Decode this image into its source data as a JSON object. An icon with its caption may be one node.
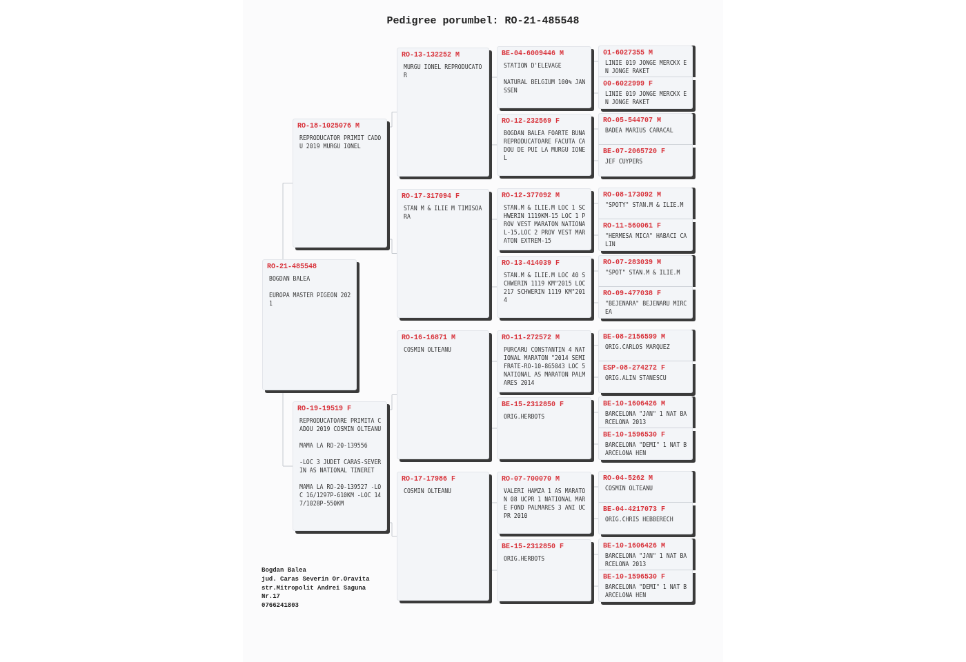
{
  "diagram": {
    "title": "Pedigree porumbel: RO-21-485548",
    "nodes": [
      {
        "text": [
          "RO-21-485548",
          "BOGDAN BALEA",
          "EUROPA MASTER PIGEON 2021"
        ]
      },
      {
        "text": [
          "RO-18-1025076 M",
          "REPRODUCATOR PRIMIT CADOU 2019 MURGU IONEL"
        ]
      },
      {
        "text": [
          "RO-19-19519 F",
          "REPRODUCATOARE PRIMITA CADOU 2019 COSMIN OLTEANU",
          "MAMA LA RO-20-139556",
          "-LOC 3 JUDET CARAS-SEVER IN AS NATIONAL TINERET",
          "MAMA LA RO-20-139527 -LOC 16/1297P-610KM -LOC 147/1028P-550KM"
        ]
      },
      {
        "text": [
          "RO-13-132252 M",
          "MURGU IONEL REPRODUCATOR"
        ]
      },
      {
        "text": [
          "RO-17-317094 F",
          "STAN M & ILIE M TIMISOARA"
        ]
      },
      {
        "text": [
          "RO-16-16871 M",
          "COSMIN OLTEANU"
        ]
      },
      {
        "text": [
          "RO-17-17986 F",
          "COSMIN OLTEANU"
        ]
      },
      {
        "text": [
          "BE-04-6009446 M",
          "STATION D'ELEVAGE",
          "NATURAL BELGIUM 100% JANSSEN"
        ]
      },
      {
        "text": [
          "RO-12-232569 F",
          "BOGDAN BALEA FOARTE BUNA REPRODUCATOARE FACUTA CADOU DE PUI LA MURGU IONEL"
        ]
      },
      {
        "text": [
          "RO-12-377092 M",
          "STAN.M & ILIE.M LOC 1 SCHWERIN 1119KM-15 LOC 1 PROV VEST MARATON NATIONAL-15,LOC 2 PROV VEST MARATON EXTREM-15"
        ]
      },
      {
        "text": [
          "RO-13-414039 F",
          "STAN.M & ILIE.M LOC 40 SCHWERIN 1119 KM\"2015 LOC 217 SCHWERIN 1119 KM\"2014"
        ]
      },
      {
        "text": [
          "RO-11-272572 M",
          "PURCARU CONSTANTIN 4 NATIONAL MARATON \"2014 SEMIFRATE-RO-10-865043 LOC 5 NATIONAL AS MARATON PALMARES 2014"
        ]
      },
      {
        "text": [
          "BE-15-2312850 F",
          "ORIG.HERBOTS"
        ]
      },
      {
        "text": [
          "RO-07-700070 M",
          "VALERI HAMZA 1 AS MARATON 08 UCPR 1 NATIONAL MARE FOND PALMARES 3 ANI UCPR 2010"
        ]
      },
      {
        "text": [
          "BE-15-2312850 F",
          "ORIG.HERBOTS"
        ]
      },
      {
        "text": [
          "01-6027355 M",
          "LINIE 019 JONGE MERCKX EN JONGE RAKET"
        ]
      },
      {
        "text": [
          "00-6022999 F",
          "LINIE 019 JONGE MERCKX EN JONGE RAKET"
        ]
      },
      {
        "text": [
          "RO-05-544707 M",
          "BADEA MARIUS CARACAL"
        ]
      },
      {
        "text": [
          "BE-07-2065720 F",
          "JEF CUYPERS"
        ]
      },
      {
        "text": [
          "RO-08-173092 M",
          "\"SPOTY\" STAN.M & ILIE.M"
        ]
      },
      {
        "text": [
          "RO-11-560061 F",
          "\"HERMESA MICA\" HABACI CALIN"
        ]
      },
      {
        "text": [
          "RO-07-283039 M",
          "\"SPOT\" STAN.M & ILIE.M"
        ]
      },
      {
        "text": [
          "RO-09-477038 F",
          "\"BEJENARA\" BEJENARU MIRCEA"
        ]
      },
      {
        "text": [
          "BE-08-2156599 M",
          "ORIG.CARLOS MARQUEZ"
        ]
      },
      {
        "text": [
          "ESP-08-274272 F",
          "ORIG.ALIN STANESCU"
        ]
      },
      {
        "text": [
          "BE-10-1606426 M",
          "BARCELONA \"JAN\" 1 NAT BARCELONA 2013"
        ]
      },
      {
        "text": [
          "BE-10-1596530 F",
          "BARCELONA \"DEMI\" 1 NAT BARCELONA HEN"
        ]
      },
      {
        "text": [
          "RO-04-5262 M",
          "COSMIN OLTEANU"
        ]
      },
      {
        "text": [
          "BE-04-4217073 F",
          "ORIG.CHRIS HEBBERECH"
        ]
      },
      {
        "text": [
          "BE-10-1606426 M",
          "BARCELONA \"JAN\" 1 NAT BARCELONA 2013"
        ]
      },
      {
        "text": [
          "BE-10-1596530 F",
          "BARCELONA \"DEMI\" 1 NAT BARCELONA HEN"
        ]
      }
    ],
    "edges": [
      {
        "from": 0,
        "to": 1,
        "arrow": "none"
      },
      {
        "from": 0,
        "to": 2,
        "arrow": "none"
      },
      {
        "from": 1,
        "to": 3,
        "arrow": "none"
      },
      {
        "from": 1,
        "to": 4,
        "arrow": "none"
      },
      {
        "from": 2,
        "to": 5,
        "arrow": "none"
      },
      {
        "from": 2,
        "to": 6,
        "arrow": "none"
      },
      {
        "from": 3,
        "to": 7,
        "arrow": "none"
      },
      {
        "from": 3,
        "to": 8,
        "arrow": "none"
      },
      {
        "from": 4,
        "to": 9,
        "arrow": "none"
      },
      {
        "from": 4,
        "to": 10,
        "arrow": "none"
      },
      {
        "from": 5,
        "to": 11,
        "arrow": "none"
      },
      {
        "from": 5,
        "to": 12,
        "arrow": "none"
      },
      {
        "from": 6,
        "to": 13,
        "arrow": "none"
      },
      {
        "from": 6,
        "to": 14,
        "arrow": "none"
      },
      {
        "from": 7,
        "to": 15,
        "arrow": "none"
      },
      {
        "from": 7,
        "to": 16,
        "arrow": "none"
      },
      {
        "from": 8,
        "to": 17,
        "arrow": "none"
      },
      {
        "from": 8,
        "to": 18,
        "arrow": "none"
      },
      {
        "from": 9,
        "to": 19,
        "arrow": "none"
      },
      {
        "from": 9,
        "to": 20,
        "arrow": "none"
      },
      {
        "from": 10,
        "to": 21,
        "arrow": "none"
      },
      {
        "from": 10,
        "to": 22,
        "arrow": "none"
      },
      {
        "from": 11,
        "to": 23,
        "arrow": "none"
      },
      {
        "from": 11,
        "to": 24,
        "arrow": "none"
      },
      {
        "from": 12,
        "to": 25,
        "arrow": "none"
      },
      {
        "from": 12,
        "to": 26,
        "arrow": "none"
      },
      {
        "from": 13,
        "to": 27,
        "arrow": "none"
      },
      {
        "from": 13,
        "to": 28,
        "arrow": "none"
      },
      {
        "from": 14,
        "to": 29,
        "arrow": "none"
      },
      {
        "from": 14,
        "to": 30,
        "arrow": "none"
      }
    ],
    "labels": [
      "Bogdan Balea",
      "jud. Caras Severin Or.Oravita",
      "str.Mitropolit Andrei Saguna",
      "Nr.17",
      "0766241803"
    ]
  }
}
